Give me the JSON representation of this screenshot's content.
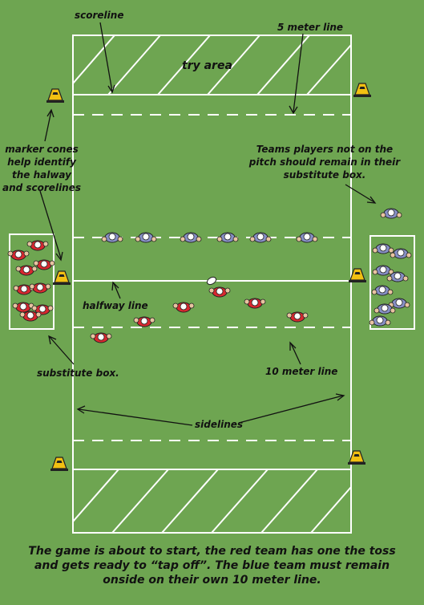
{
  "labels": {
    "scoreline": "scoreline",
    "five_meter_line": "5 meter line",
    "try_area": "try area",
    "marker_cones": [
      "marker cones",
      "help identify",
      "the halway",
      "and scorelines"
    ],
    "teams_note": [
      "Teams players not on the",
      "pitch should remain in their",
      "substitute box."
    ],
    "halfway_line": "halfway line",
    "ten_meter_line": "10 meter line",
    "substitute_box": "substitute box.",
    "sidelines": "sidelines"
  },
  "caption": [
    "The game is about to start, the red team has one the toss",
    "and gets ready to “tap off”. The blue team must remain",
    "onside on their own 10 meter line."
  ],
  "colors": {
    "pitch": "#6ea551",
    "line": "#ffffff",
    "red_team": "#d9282f",
    "blue_team": "#8790c6",
    "cone": "#f2c012"
  }
}
